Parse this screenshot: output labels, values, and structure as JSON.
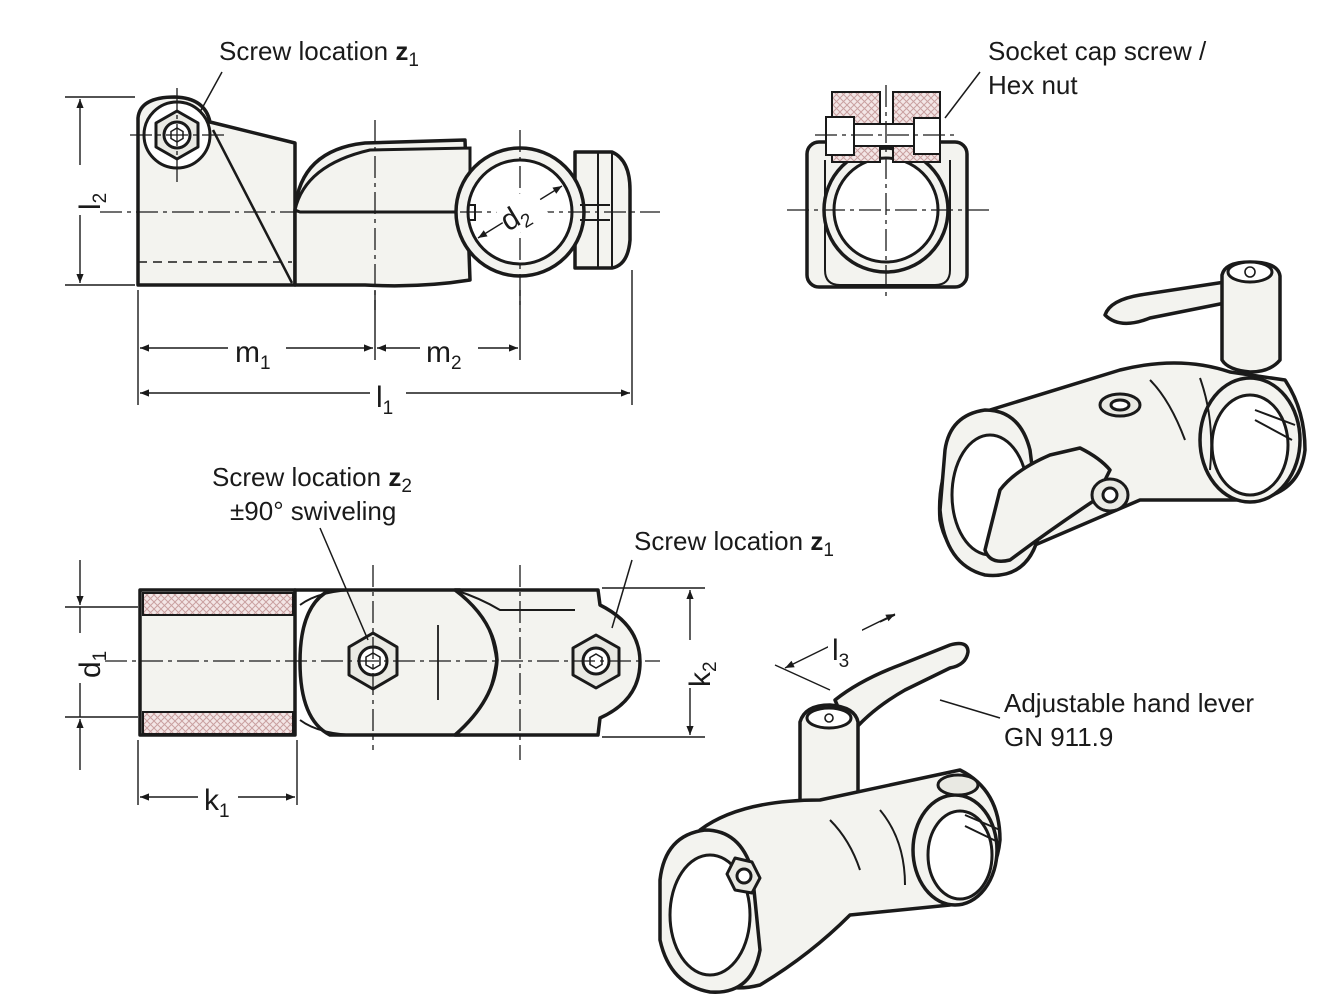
{
  "callouts": {
    "top_screw_z1": {
      "text": "Screw location ",
      "bold": "z",
      "sub": "1"
    },
    "socket_cap_line1": "Socket cap screw /",
    "socket_cap_line2": "Hex nut",
    "screw_z2": {
      "text": "Screw location ",
      "bold": "z",
      "sub": "2"
    },
    "swiveling": "±90° swiveling",
    "bottom_screw_z1": {
      "text": "Screw location ",
      "bold": "z",
      "sub": "1"
    },
    "hand_lever_line1": "Adjustable hand lever",
    "hand_lever_line2": "GN 911.9"
  },
  "dimensions": {
    "l2": {
      "main": "l",
      "sub": "2"
    },
    "d2": {
      "main": "d",
      "sub": "2"
    },
    "m1": {
      "main": "m",
      "sub": "1"
    },
    "m2": {
      "main": "m",
      "sub": "2"
    },
    "l1": {
      "main": "l",
      "sub": "1"
    },
    "d1": {
      "main": "d",
      "sub": "1"
    },
    "k2": {
      "main": "k",
      "sub": "2"
    },
    "k1": {
      "main": "k",
      "sub": "1"
    },
    "l3": {
      "main": "l",
      "sub": "3"
    }
  }
}
